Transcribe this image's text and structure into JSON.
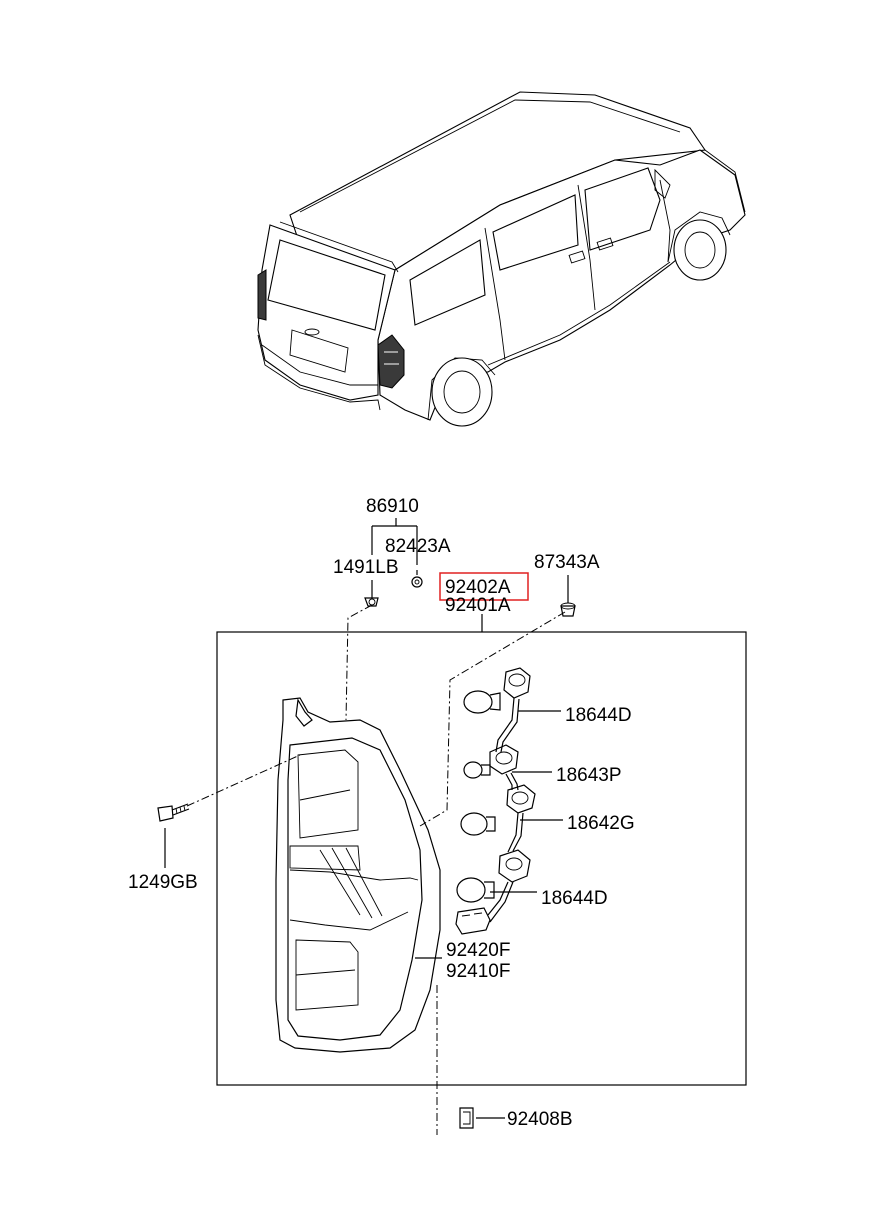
{
  "parts": {
    "p86910": "86910",
    "p82423A": "82423A",
    "p1491LB": "1491LB",
    "p92402A": "92402A",
    "p92401A": "92401A",
    "p87343A": "87343A",
    "p18644D_top": "18644D",
    "p18643P": "18643P",
    "p18642G": "18642G",
    "p18644D_bottom": "18644D",
    "p1249GB": "1249GB",
    "p92420F": "92420F",
    "p92410F": "92410F",
    "p92408B": "92408B"
  },
  "highlight": {
    "part": "92402A",
    "color": "#e02020"
  }
}
